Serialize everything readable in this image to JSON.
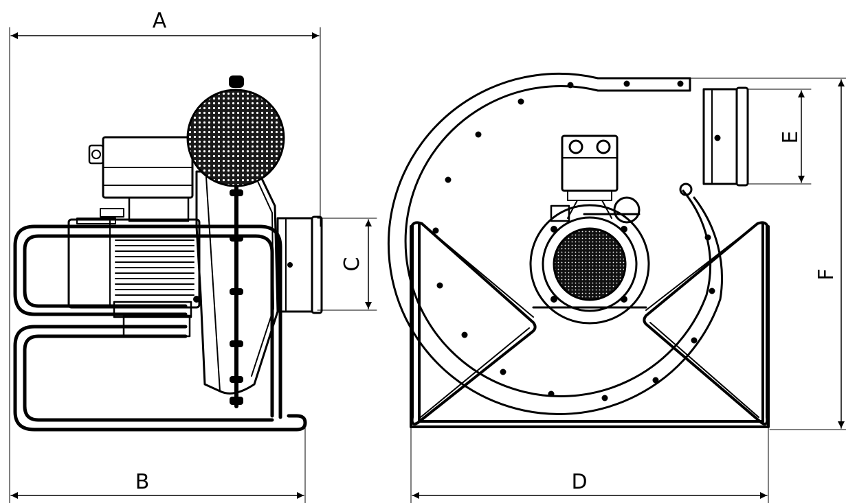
{
  "diagram": {
    "type": "technical-drawing",
    "views": [
      "side-view",
      "front-view"
    ],
    "dimension_labels": {
      "A": "A",
      "B": "B",
      "C": "C",
      "D": "D",
      "E": "E",
      "F": "F"
    },
    "colors": {
      "line": "#000000",
      "background": "#ffffff",
      "mesh": "#1a1a1a"
    }
  }
}
